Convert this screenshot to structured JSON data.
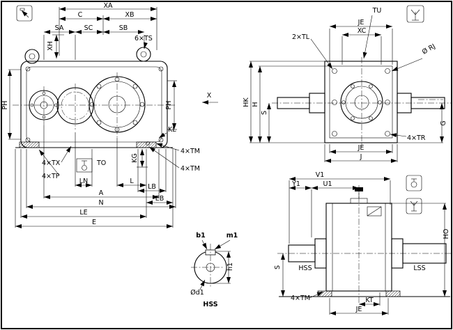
{
  "views": {
    "front": {
      "xa": "XA",
      "c": "C",
      "xb": "XB",
      "sa": "SA",
      "sc": "SC",
      "sb": "SB",
      "xh": "XH",
      "ts": "6×TS",
      "ph_left": "PH",
      "ph_right": "PH",
      "x": "X",
      "kl": "KL",
      "kg": "KG",
      "tm_upper": "4×TM",
      "tm_lower": "4×TM",
      "tx": "4×TX",
      "tp": "4×TP",
      "to": "TO",
      "ln": "LN",
      "l": "L",
      "lb": "LB",
      "a": "A",
      "eb": "EB",
      "n": "N",
      "le": "LE",
      "e": "E"
    },
    "side": {
      "tu": "TU",
      "je_top": "JE",
      "xc": "XC",
      "tl": "2×TL",
      "rj": "Ø RJ",
      "hk": "HK",
      "h": "H",
      "s": "S",
      "g": "G",
      "tr": "4×TR",
      "je_bottom": "JE",
      "j": "J"
    },
    "lateral": {
      "v1": "V1",
      "y1": "Y1",
      "u1": "U1",
      "ho": "HO",
      "s": "S",
      "hss": "HSS",
      "lss": "LSS",
      "tm": "4×TM",
      "kt": "KT",
      "je": "JE"
    },
    "shaft_detail": {
      "b1": "b1",
      "m1": "m1",
      "h1": "h1",
      "d1": "Ød1",
      "hss": "HSS"
    }
  },
  "colors": {
    "ink": "#000000",
    "paper": "#ffffff"
  }
}
